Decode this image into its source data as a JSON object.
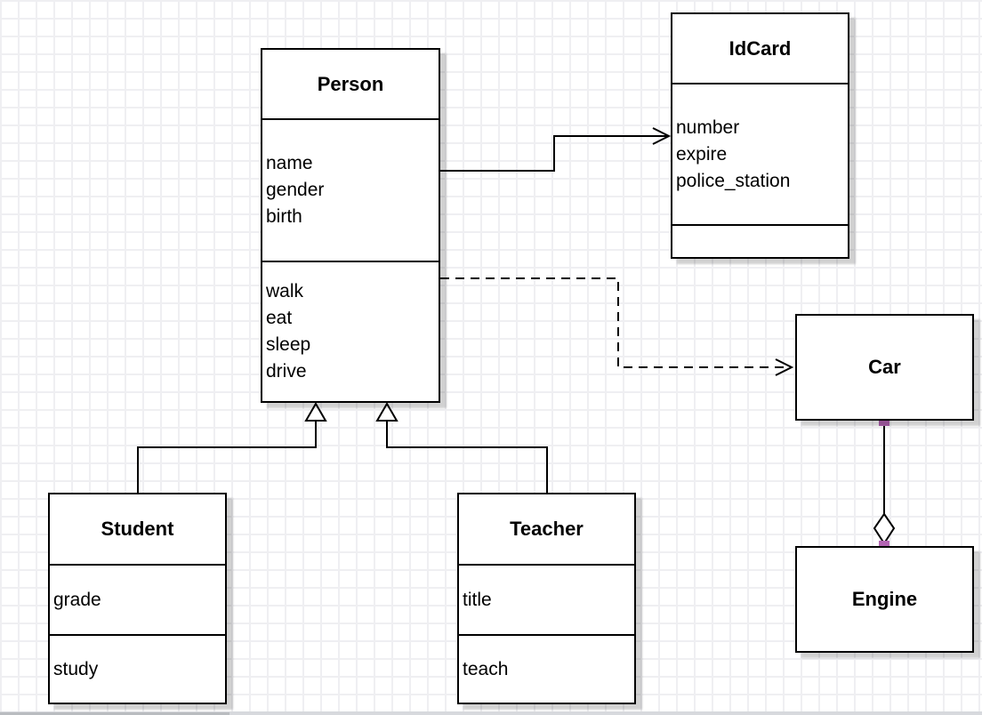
{
  "canvas": {
    "background_color": "#ffffff",
    "grid_color": "#efeff2",
    "stroke_color": "#000000",
    "handle_color": "#b264b2",
    "shadow_color": "rgba(0,0,0,0.18)"
  },
  "classes": {
    "person": {
      "title": "Person",
      "attributes": [
        "name",
        "gender",
        "birth"
      ],
      "methods": [
        "walk",
        "eat",
        "sleep",
        "drive"
      ]
    },
    "idcard": {
      "title": "IdCard",
      "attributes": [
        "number",
        "expire",
        "police_station"
      ],
      "methods": []
    },
    "student": {
      "title": "Student",
      "attributes": [
        "grade"
      ],
      "methods": [
        "study"
      ]
    },
    "teacher": {
      "title": "Teacher",
      "attributes": [
        "title"
      ],
      "methods": [
        "teach"
      ]
    },
    "car": {
      "title": "Car",
      "attributes": [],
      "methods": []
    },
    "engine": {
      "title": "Engine",
      "attributes": [],
      "methods": []
    }
  },
  "relationships": [
    {
      "from": "Person",
      "to": "IdCard",
      "type": "directed-association",
      "line": "solid",
      "end": "open-arrow"
    },
    {
      "from": "Person",
      "to": "Car",
      "type": "dependency",
      "line": "dashed",
      "end": "open-arrow"
    },
    {
      "from": "Student",
      "to": "Person",
      "type": "generalization",
      "line": "solid",
      "end": "hollow-triangle"
    },
    {
      "from": "Teacher",
      "to": "Person",
      "type": "generalization",
      "line": "solid",
      "end": "hollow-triangle"
    },
    {
      "from": "Car",
      "to": "Engine",
      "type": "aggregation",
      "line": "solid",
      "end": "hollow-diamond"
    }
  ]
}
